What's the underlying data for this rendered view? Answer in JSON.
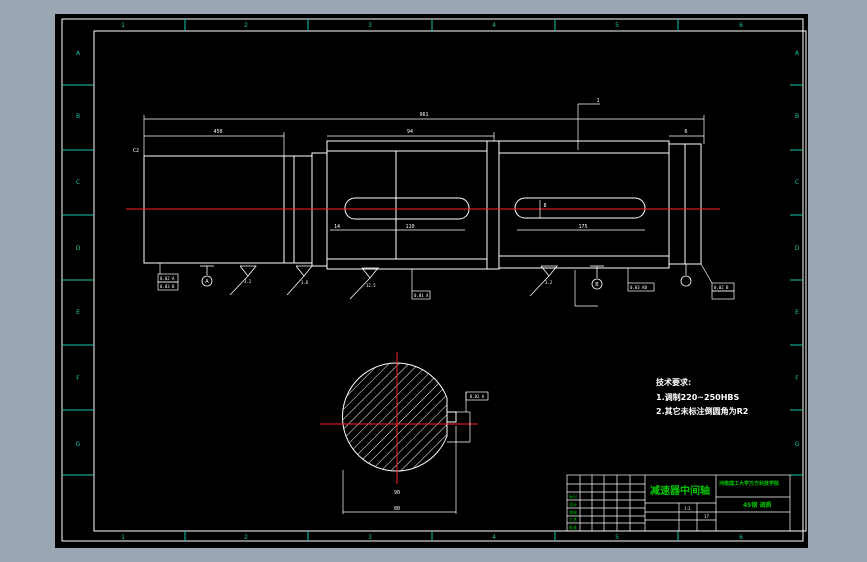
{
  "colors": {
    "background": "#9aa6b2",
    "sheet": "#000000",
    "frame": "#ffffff",
    "border_line": "#19c3a8",
    "centerline": "#ff2020",
    "dimension": "#ffffff",
    "title_text": "#22ff22",
    "green": "#00c800"
  },
  "border": {
    "top_zone_numbers": [
      "1",
      "2",
      "3",
      "4",
      "5",
      "6"
    ],
    "bottom_zone_numbers": [
      "1",
      "2",
      "3",
      "4",
      "5",
      "6"
    ],
    "left_zone_letters": [
      "A",
      "B",
      "C",
      "D",
      "E",
      "F",
      "G"
    ],
    "right_zone_letters": [
      "A",
      "B",
      "C",
      "D",
      "E",
      "F",
      "G"
    ]
  },
  "shaft_view": {
    "dims": {
      "overall_length": "961",
      "left_segment_length": "450",
      "middle_segment_length": "94",
      "right_segment_gap": "6",
      "left_chamfer": "C2",
      "middle_keyway_length": "110",
      "middle_keyway_offset": "14",
      "right_keyway_length": "175",
      "right_keyway_offset": "8",
      "top_right_marker": "1"
    },
    "roughness": [
      "3.2",
      "1.6",
      "12.5",
      "3.2"
    ],
    "datum_labels": [
      "A",
      "B"
    ],
    "tolerance_frames": [
      "0.02 A",
      "0.03 B",
      "0.01 A",
      "0.03 AB",
      "0.02 B"
    ]
  },
  "section_view": {
    "width_dim": "80",
    "depth_dim": "90",
    "keyway_tolerance": "0.02 A"
  },
  "technical_requirements": {
    "heading": "技术要求:",
    "items": [
      "1.调制220~250HBS",
      "2.其它未标注倒圆角为R2"
    ]
  },
  "title_block": {
    "part_name": "减速器中间轴",
    "school": "河南理工大学万方科技学院",
    "material": "45钢 调质",
    "scale": "1:1",
    "sheet": "17",
    "rows": [
      "标记",
      "设计",
      "审核",
      "工艺",
      "批准"
    ]
  }
}
